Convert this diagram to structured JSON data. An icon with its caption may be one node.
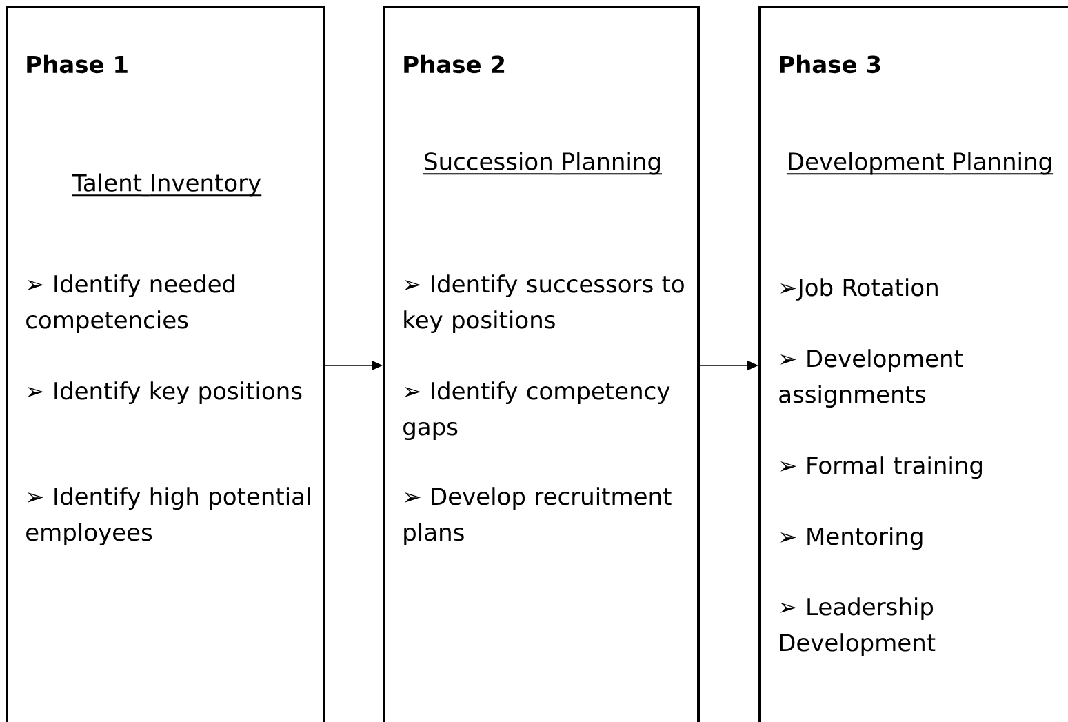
{
  "diagram": {
    "nodes": [
      {
        "text": [
          "Phase 1",
          "Talent Inventory",
          "➢ Identify needed competencies",
          "➢ Identify key positions",
          "➢ Identify high potential employees"
        ]
      },
      {
        "text": [
          "Phase 2",
          "Succession Planning",
          "➢ Identify successors to key positions",
          "➢ Identify competency gaps",
          "➢ Develop recruitment plans"
        ]
      },
      {
        "text": [
          "Phase 3",
          "Development Planning",
          "➢Job Rotation",
          "➢ Development assignments",
          "➢ Formal training",
          "➢ Mentoring",
          "➢ Leadership Development"
        ]
      }
    ],
    "edges": [
      {
        "from": 0,
        "to": 1,
        "arrow": "to"
      },
      {
        "from": 1,
        "to": 2,
        "arrow": "to"
      }
    ]
  }
}
